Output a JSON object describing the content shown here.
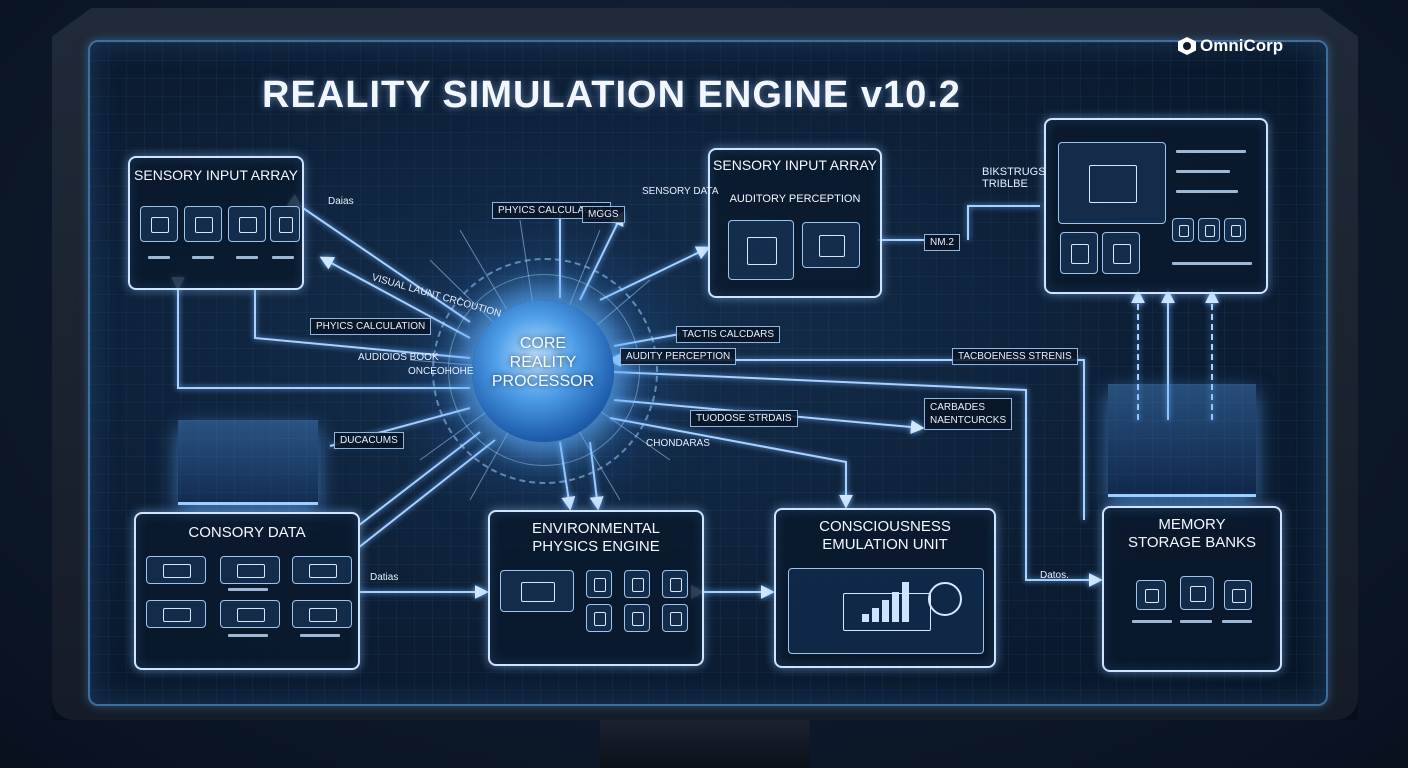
{
  "title": "REALITY SIMULATION ENGINE v10.2",
  "brand": "OmniCorp",
  "core": {
    "label": "CORE\nREALITY\nPROCESSOR"
  },
  "panels": {
    "sensory_left": {
      "title": "SENSORY INPUT ARRAY"
    },
    "sensory_right": {
      "title": "SENSORY INPUT ARRAY",
      "subtitle": "AUDITORY PERCEPTION"
    },
    "consory": {
      "title": "CONSORY DATA"
    },
    "physics": {
      "title": "ENVIRONMENTAL\nPHYSICS ENGINE"
    },
    "consciousness": {
      "title": "CONSCIOUSNESS\nEMULATION UNIT"
    },
    "memory": {
      "title": "MEMORY\nSTORAGE BANKS"
    },
    "monitor": {
      "side_label": "BIKSTRUGS\nTRIBLBE"
    }
  },
  "labels": {
    "data_top_left": "Daias",
    "physics_calc_top": "PHYICS CALCULAUOF",
    "msgs": "MGGS",
    "sensory_data": "SENSORY DATA",
    "visual_input": "VISUAL LAUNT CRCOUTION",
    "physics_calc_left": "PHYICS CALCULATION",
    "audio_book": "AUDIOIOS BOOK",
    "onc": "ONCEOHOHE",
    "tactile_calc": "TACTIS CALCDARS",
    "auditory_perception": "AUDITY PERCEPTION",
    "tacboeness": "TACBOENESS STRENIS",
    "tuodose": "TUODOSE STRDAIS",
    "carbades": "CARBADES\nNAENTCURCKS",
    "chondaras": "CHONDARAS",
    "ducacums": "DUCACUMS",
    "nm2": "NM.2",
    "data_bottom_left": "Datias",
    "data_bottom_right": "Datos."
  }
}
